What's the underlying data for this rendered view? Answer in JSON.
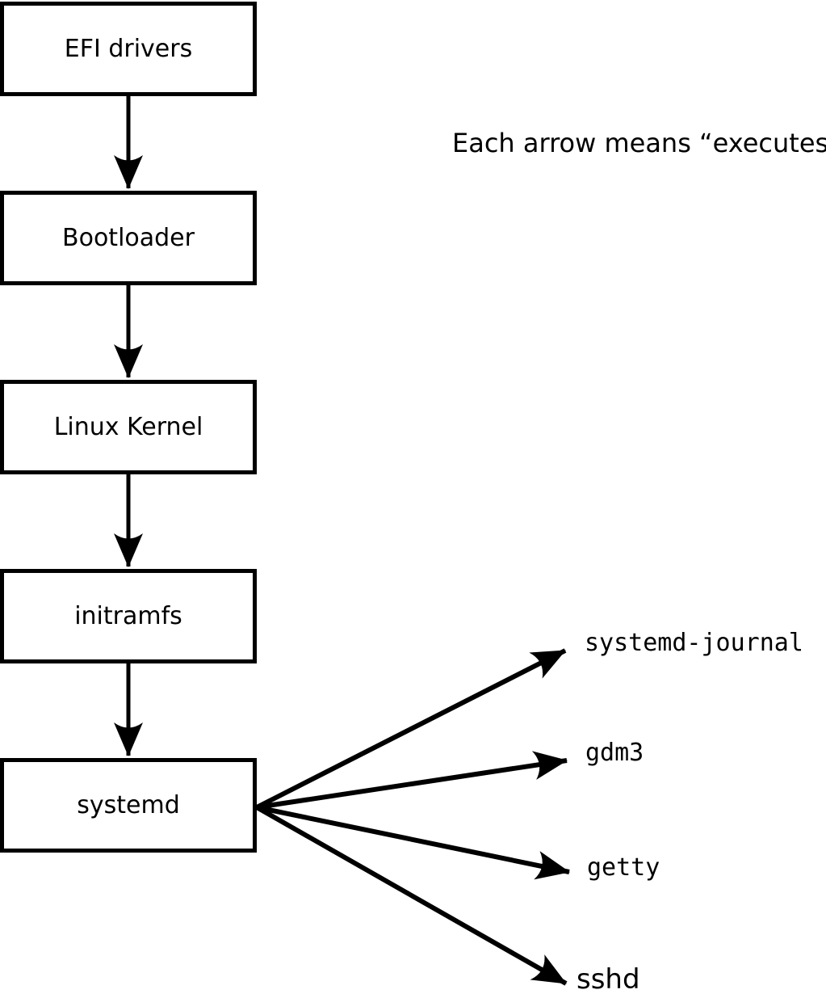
{
  "diagram": {
    "note": "Each arrow means “executes”.",
    "boxes": [
      {
        "label": "EFI drivers"
      },
      {
        "label": "Bootloader"
      },
      {
        "label": "Linux Kernel"
      },
      {
        "label": "initramfs"
      },
      {
        "label": "systemd"
      }
    ],
    "spawned_processes": [
      {
        "label": "systemd-journal"
      },
      {
        "label": "gdm3"
      },
      {
        "label": "getty"
      },
      {
        "label": "sshd"
      }
    ],
    "colors": {
      "foreground": "#000000",
      "background": "#ffffff"
    }
  }
}
